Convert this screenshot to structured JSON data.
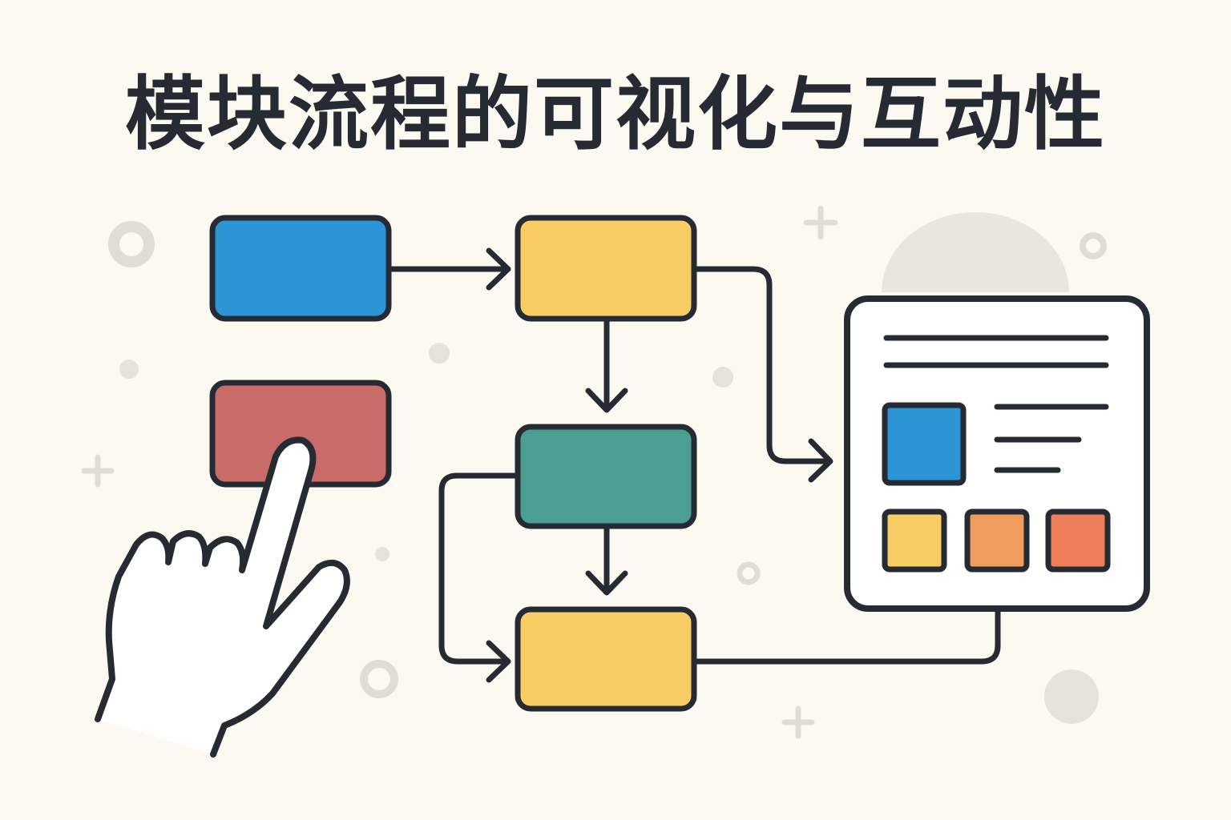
{
  "title": "模块流程的可视化与互动性",
  "colors": {
    "background": "#fcf9f0",
    "stroke": "#262b33",
    "blue": "#2b95d6",
    "yellow": "#f8cd63",
    "red": "#c96b69",
    "teal": "#4a9e92",
    "orange_light": "#f09c5f",
    "orange_dark": "#ec7f59",
    "decor_gray": "#e6e3dc",
    "panel_fill": "#ffffff"
  },
  "nodes": [
    {
      "id": "blue-module",
      "color": "blue"
    },
    {
      "id": "yellow-module-top",
      "color": "yellow"
    },
    {
      "id": "teal-module",
      "color": "teal"
    },
    {
      "id": "yellow-module-bottom",
      "color": "yellow"
    },
    {
      "id": "red-module",
      "color": "red"
    }
  ],
  "edges": [
    {
      "from": "blue-module",
      "to": "yellow-module-top"
    },
    {
      "from": "yellow-module-top",
      "to": "teal-module"
    },
    {
      "from": "yellow-module-top",
      "to": "dashboard-panel"
    },
    {
      "from": "teal-module",
      "to": "yellow-module-bottom"
    },
    {
      "from": "teal-module",
      "to": "yellow-module-bottom",
      "route": "left-loop"
    },
    {
      "from": "dashboard-panel",
      "to": "yellow-module-bottom"
    }
  ],
  "icons": {
    "hand": "pointing-hand-icon",
    "panel": "dashboard-panel-icon"
  }
}
